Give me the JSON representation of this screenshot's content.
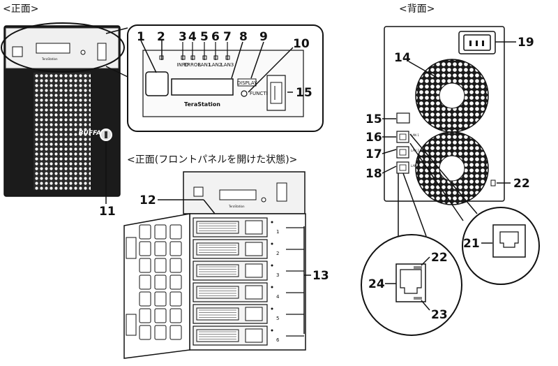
{
  "headers": {
    "front": "<正面>",
    "front_open": "<正面(フロントパネルを開けた状態)>",
    "back": "<背面>"
  },
  "panel": {
    "brand": "TeraStation",
    "led_labels": [
      "INFO",
      "ERROR",
      "LAN1",
      "LAN2",
      "LAN3"
    ],
    "display_label": "DISPLAY",
    "function_label": "FUNCTION"
  },
  "front": {
    "logo": "BUFFALO"
  },
  "back": {
    "port_labels": [
      "LAN 1",
      "LAN 2",
      "LAN 3"
    ]
  },
  "drive_numbers": [
    "1",
    "2",
    "3",
    "4",
    "5",
    "6"
  ],
  "callouts": {
    "c1": "1",
    "c2": "2",
    "c3": "3",
    "c4": "4",
    "c5": "5",
    "c6": "6",
    "c7": "7",
    "c8": "8",
    "c9": "9",
    "c10": "10",
    "c11": "11",
    "c12": "12",
    "c13": "13",
    "c14": "14",
    "c15_front": "15",
    "c15_back": "15",
    "c16": "16",
    "c17": "17",
    "c18": "18",
    "c19": "19",
    "c21": "21",
    "c22_back": "22",
    "c22_zoom": "22",
    "c23": "23",
    "c24": "24"
  },
  "colors": {
    "stroke": "#111111",
    "body_dark": "#1b1b1b",
    "grille": "#2b2b2b",
    "bg": "#ffffff"
  }
}
